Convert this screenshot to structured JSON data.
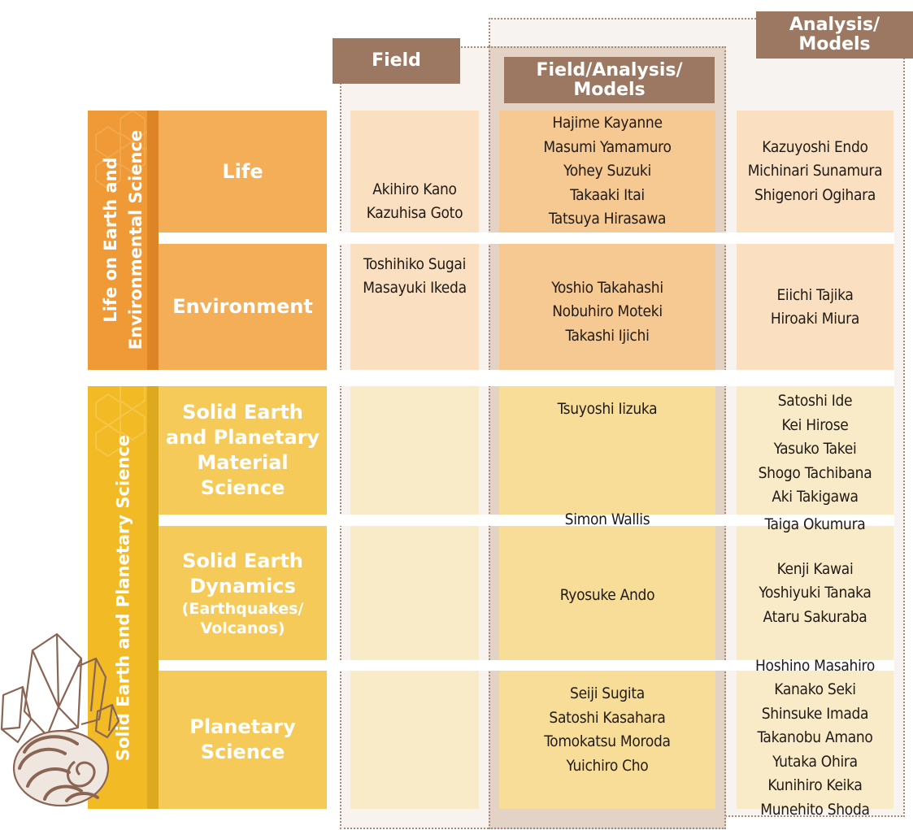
{
  "headers": {
    "field": "Field",
    "field_analysis_models": [
      "Field/Analysis/",
      "Models"
    ],
    "analysis_models": [
      "Analysis/",
      "Models"
    ]
  },
  "groups": {
    "life_env": [
      "Life on Earth and",
      "Environmental Science"
    ],
    "solid_planetary": "Solid Earth and Planetary Science"
  },
  "rows": {
    "life": "Life",
    "environment": "Environment",
    "solid_material": [
      "Solid Earth",
      "and Planetary",
      "Material",
      "Science"
    ],
    "solid_dynamics": [
      "Solid Earth",
      "Dynamics",
      "(Earthquakes/",
      "Volcanos)"
    ],
    "planetary": [
      "Planetary",
      "Science"
    ]
  },
  "names": {
    "field_life": [
      "Akihiro Kano",
      "Kazuhisa Goto"
    ],
    "field_env": [
      "Toshihiko Sugai",
      "Masayuki Ikeda"
    ],
    "fam_life": [
      "Hajime Kayanne",
      "Masumi Yamamuro",
      "Yohey Suzuki",
      "Takaaki Itai",
      "Tatsuya Hirasawa"
    ],
    "fam_env": [
      "Yoshio Takahashi",
      "Nobuhiro Moteki",
      "Takashi Ijichi"
    ],
    "fam_material": [
      "Tsuyoshi Iizuka"
    ],
    "fam_border": "Simon Wallis",
    "fam_dynamics": [
      "Ryosuke Ando"
    ],
    "fam_planetary": [
      "Seiji Sugita",
      "Satoshi Kasahara",
      "Tomokatsu Moroda",
      "Yuichiro Cho"
    ],
    "am_life": [
      "Kazuyoshi Endo",
      "Michinari Sunamura",
      "Shigenori Ogihara"
    ],
    "am_env": [
      "Eiichi Tajika",
      "Hiroaki Miura"
    ],
    "am_material": [
      "Satoshi Ide",
      "Kei Hirose",
      "Yasuko Takei",
      "Shogo Tachibana",
      "Aki Takigawa"
    ],
    "am_border": "Taiga Okumura",
    "am_dynamics": [
      "Kenji Kawai",
      "Yoshiyuki Tanaka",
      "Ataru Sakuraba"
    ],
    "am_planetary": [
      "Hoshino Masahiro",
      "Kanako Seki",
      "Shinsuke Imada",
      "Takanobu Amano",
      "Yutaka Ohira",
      "Kunihiro Keika",
      "Munehito Shoda"
    ]
  },
  "colors": {
    "header": "#9c7862",
    "orange_group": "#ef9a36",
    "orange_row": "#f5ae58",
    "yellow_group": "#f2bb26",
    "yellow_row": "#f6ca58",
    "cell_orange": "#fae0c0",
    "cell_orange_mid": "#f6c892",
    "cell_yellow": "#faebc8",
    "cell_yellow_mid": "#f8dd98"
  }
}
